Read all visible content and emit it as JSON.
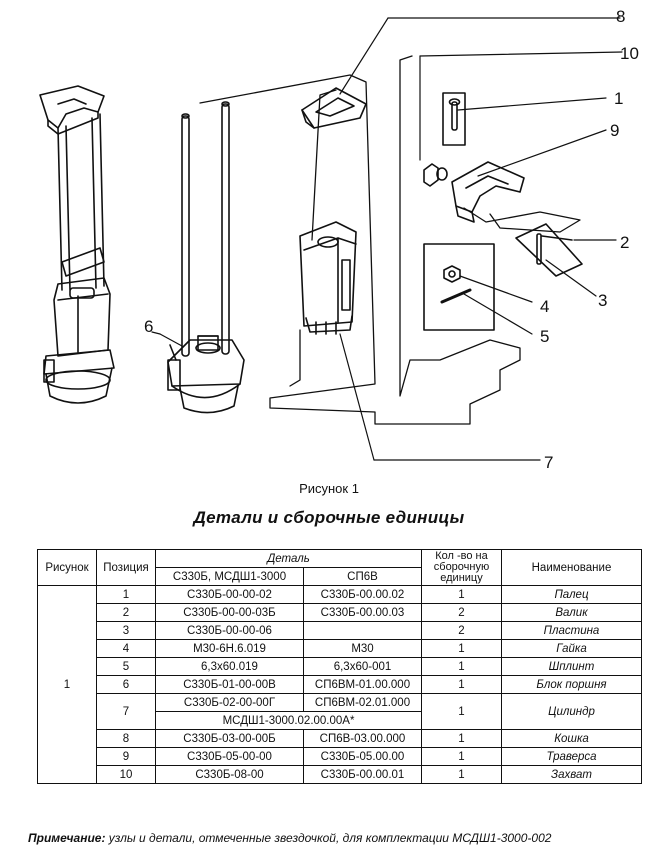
{
  "figure": {
    "callouts": [
      "1",
      "2",
      "3",
      "4",
      "5",
      "6",
      "7",
      "8",
      "9",
      "10"
    ]
  },
  "caption": "Рисунок 1",
  "title": "Детали и сборочные единицы",
  "table": {
    "headers": {
      "figure": "Рисунок",
      "position": "Позиция",
      "part": "Деталь",
      "part_a": "С330Б, МСДШ1-3000",
      "part_b": "СП6В",
      "qty": "Кол -во на сборочную единицу",
      "name": "Наименование"
    },
    "figure_number": "1",
    "rows": [
      {
        "pos": "1",
        "a": "С330Б-00-00-02",
        "b": "С330Б-00.00.02",
        "qty": "1",
        "name": "Палец"
      },
      {
        "pos": "2",
        "a": "С330Б-00-00-03Б",
        "b": "С330Б-00.00.03",
        "qty": "2",
        "name": "Валик"
      },
      {
        "pos": "3",
        "a": "С330Б-00-00-06",
        "b": "",
        "qty": "2",
        "name": "Пластина"
      },
      {
        "pos": "4",
        "a": "М30-6Н.6.019",
        "b": "М30",
        "qty": "1",
        "name": "Гайка"
      },
      {
        "pos": "5",
        "a": "6,3х60.019",
        "b": "6,3х60-001",
        "qty": "1",
        "name": "Шплинт"
      },
      {
        "pos": "6",
        "a": "С330Б-01-00-00В",
        "b": "СП6ВМ-01.00.000",
        "qty": "1",
        "name": "Блок поршня"
      },
      {
        "pos": "7",
        "a": "С330Б-02-00-00Г",
        "b": "СП6ВМ-02.01.000",
        "a2": "МСДШ1-3000.02.00.00А*",
        "qty": "1",
        "name": "Цилиндр"
      },
      {
        "pos": "8",
        "a": "С330Б-03-00-00Б",
        "b": "СП6В-03.00.000",
        "qty": "1",
        "name": "Кошка"
      },
      {
        "pos": "9",
        "a": "С330Б-05-00-00",
        "b": "С330Б-05.00.00",
        "qty": "1",
        "name": "Траверса"
      },
      {
        "pos": "10",
        "a": "С330Б-08-00",
        "b": "С330Б-00.00.01",
        "qty": "1",
        "name": "Захват"
      }
    ]
  },
  "note": {
    "label": "Примечание:",
    "text": " узлы и детали, отмеченные звездочкой, для комплектации МСДШ1-3000-002"
  }
}
